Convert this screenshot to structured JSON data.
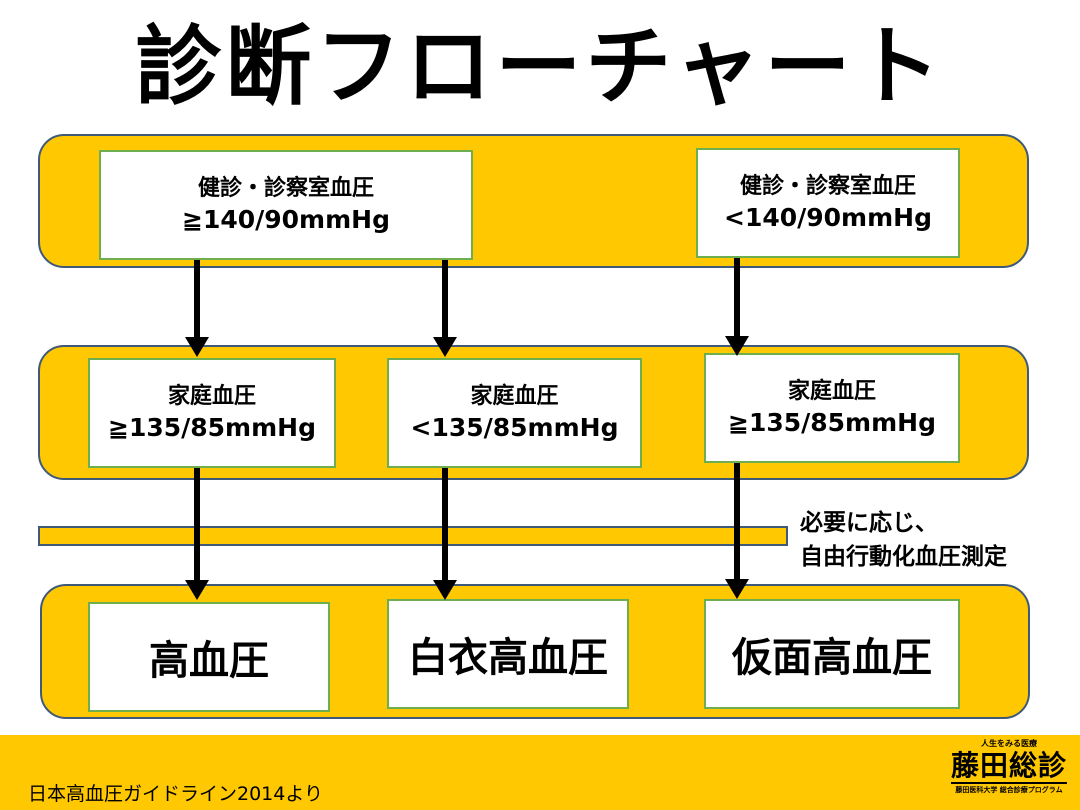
{
  "title": "診断フローチャート",
  "row1": {
    "left": {
      "line1": "健診・診察室血圧",
      "line2": "≧140/90mmHg"
    },
    "right": {
      "line1": "健診・診察室血圧",
      "line2": "<140/90mmHg"
    }
  },
  "row2": [
    {
      "line1": "家庭血圧",
      "line2": "≧135/85mmHg"
    },
    {
      "line1": "家庭血圧",
      "line2": "<135/85mmHg"
    },
    {
      "line1": "家庭血圧",
      "line2": "≧135/85mmHg"
    }
  ],
  "note": {
    "line1": "必要に応じ、",
    "line2": "自由行動化血圧測定"
  },
  "results": [
    "高血圧",
    "白衣高血圧",
    "仮面高血圧"
  ],
  "footer": {
    "source": "日本高血圧ガイドライン2014より",
    "logo_tag": "人生をみる医療",
    "logo_name": "藤田総診",
    "logo_sub": "藤田医科大学 総合診療プログラム"
  },
  "colors": {
    "band": "#FFC800",
    "band_border": "#3F5A78",
    "box_border": "#6FAE4E"
  }
}
